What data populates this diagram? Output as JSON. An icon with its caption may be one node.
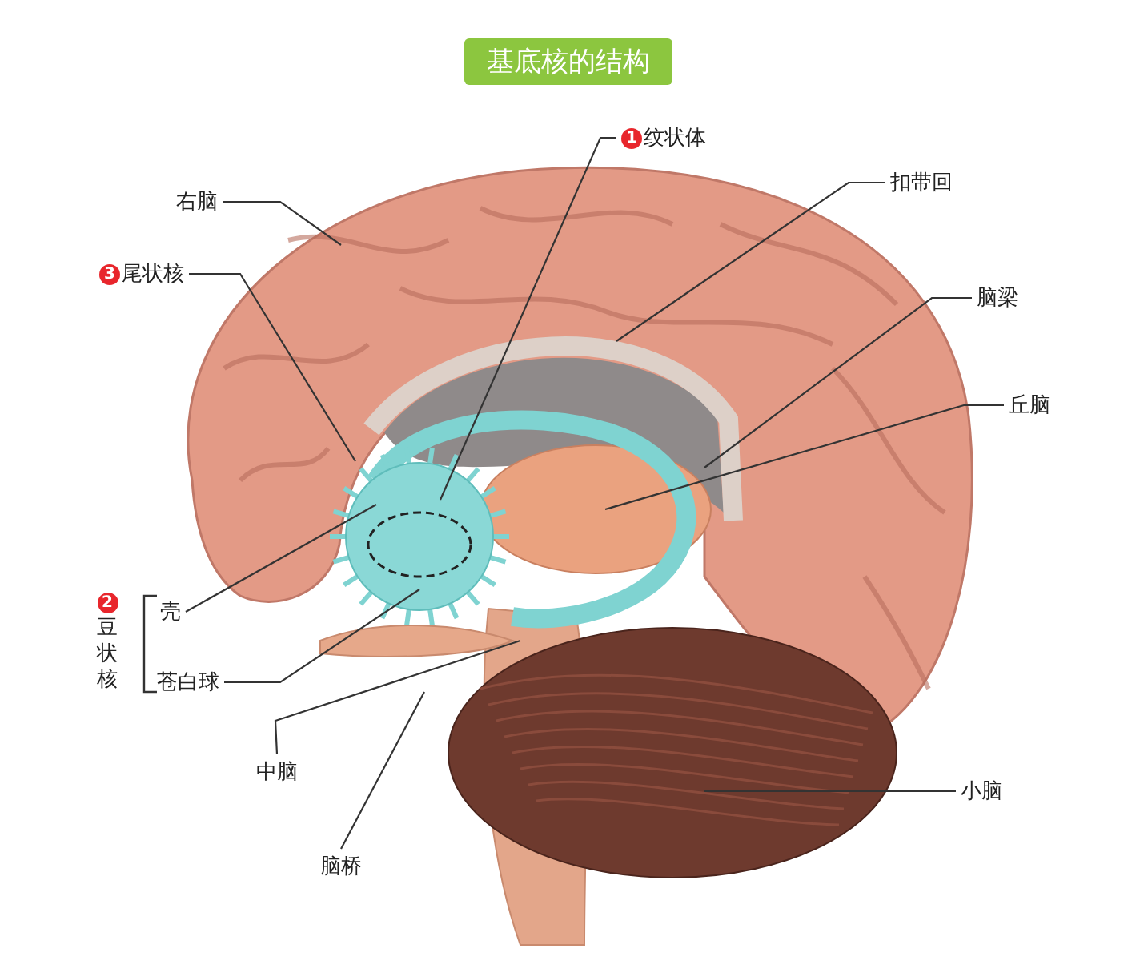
{
  "diagram": {
    "title": "基底核的结构",
    "nodes": [
      {
        "text": [
          "1",
          "纹状体"
        ]
      },
      {
        "text": [
          "扣带回"
        ]
      },
      {
        "text": [
          "右脑"
        ]
      },
      {
        "text": [
          "3",
          "尾状核"
        ]
      },
      {
        "text": [
          "脑梁"
        ]
      },
      {
        "text": [
          "丘脑"
        ]
      },
      {
        "text": [
          "2",
          "豆状核"
        ]
      },
      {
        "text": [
          "壳"
        ]
      },
      {
        "text": [
          "苍白球"
        ]
      },
      {
        "text": [
          "中脑"
        ]
      },
      {
        "text": [
          "小脑"
        ]
      },
      {
        "text": [
          "脑桥"
        ]
      }
    ],
    "edges": [
      {
        "from": 0,
        "to": null,
        "arrow": "none"
      },
      {
        "from": 1,
        "to": null,
        "arrow": "none"
      },
      {
        "from": 2,
        "to": null,
        "arrow": "none"
      },
      {
        "from": 3,
        "to": null,
        "arrow": "none"
      },
      {
        "from": 4,
        "to": null,
        "arrow": "none"
      },
      {
        "from": 5,
        "to": null,
        "arrow": "none"
      },
      {
        "from": 7,
        "to": null,
        "arrow": "none"
      },
      {
        "from": 8,
        "to": null,
        "arrow": "none"
      },
      {
        "from": 9,
        "to": null,
        "arrow": "none"
      },
      {
        "from": 10,
        "to": null,
        "arrow": "none"
      },
      {
        "from": 11,
        "to": null,
        "arrow": "none"
      }
    ]
  }
}
